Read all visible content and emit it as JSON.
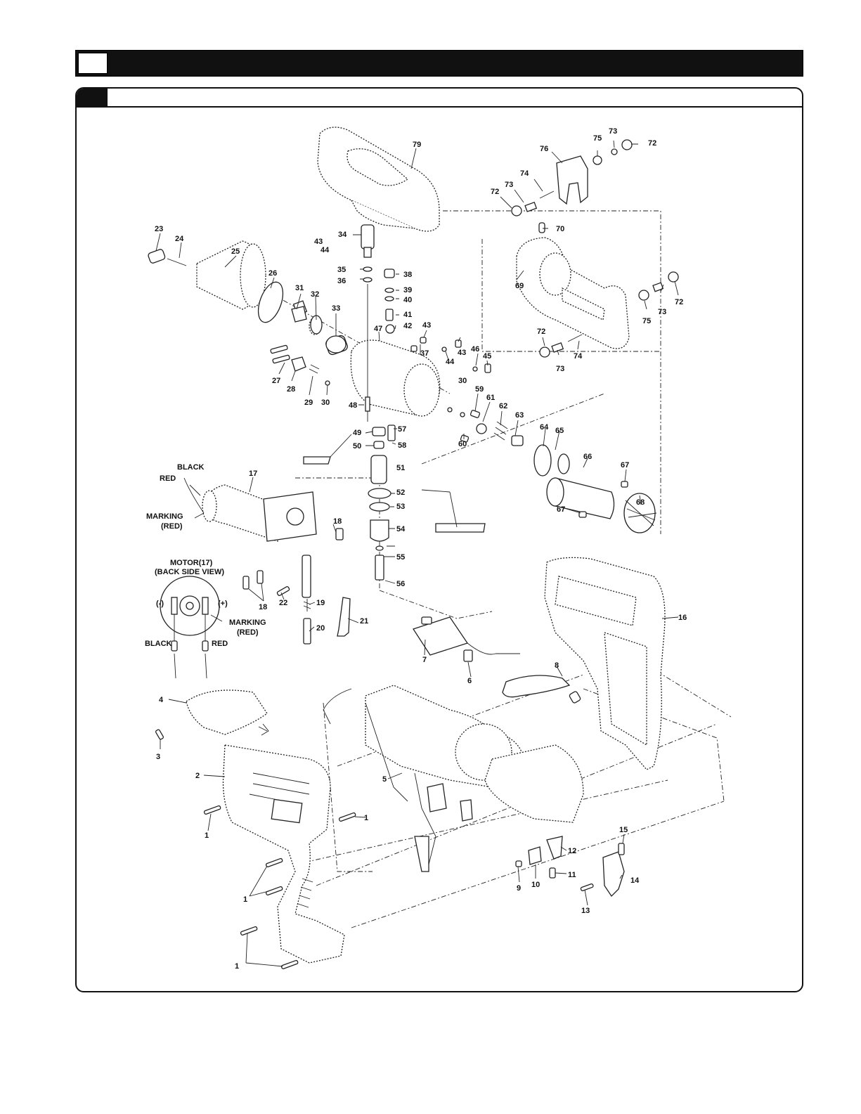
{
  "page": {
    "header_title": "",
    "section_title": ""
  },
  "parts": [
    {
      "n": "1"
    },
    {
      "n": "2"
    },
    {
      "n": "3"
    },
    {
      "n": "4"
    },
    {
      "n": "5"
    },
    {
      "n": "6"
    },
    {
      "n": "7"
    },
    {
      "n": "8"
    },
    {
      "n": "9"
    },
    {
      "n": "10"
    },
    {
      "n": "11"
    },
    {
      "n": "12"
    },
    {
      "n": "13"
    },
    {
      "n": "14"
    },
    {
      "n": "15"
    },
    {
      "n": "16"
    },
    {
      "n": "17"
    },
    {
      "n": "18"
    },
    {
      "n": "19"
    },
    {
      "n": "20"
    },
    {
      "n": "21"
    },
    {
      "n": "22"
    },
    {
      "n": "23"
    },
    {
      "n": "24"
    },
    {
      "n": "25"
    },
    {
      "n": "26"
    },
    {
      "n": "27"
    },
    {
      "n": "28"
    },
    {
      "n": "29"
    },
    {
      "n": "30"
    },
    {
      "n": "31"
    },
    {
      "n": "32"
    },
    {
      "n": "33"
    },
    {
      "n": "34"
    },
    {
      "n": "35"
    },
    {
      "n": "36"
    },
    {
      "n": "37"
    },
    {
      "n": "38"
    },
    {
      "n": "39"
    },
    {
      "n": "40"
    },
    {
      "n": "41"
    },
    {
      "n": "42"
    },
    {
      "n": "43"
    },
    {
      "n": "44"
    },
    {
      "n": "45"
    },
    {
      "n": "46"
    },
    {
      "n": "47"
    },
    {
      "n": "48"
    },
    {
      "n": "49"
    },
    {
      "n": "50"
    },
    {
      "n": "51"
    },
    {
      "n": "52"
    },
    {
      "n": "53"
    },
    {
      "n": "54"
    },
    {
      "n": "55"
    },
    {
      "n": "56"
    },
    {
      "n": "57"
    },
    {
      "n": "58"
    },
    {
      "n": "59"
    },
    {
      "n": "60"
    },
    {
      "n": "61"
    },
    {
      "n": "62"
    },
    {
      "n": "63"
    },
    {
      "n": "64"
    },
    {
      "n": "65"
    },
    {
      "n": "66"
    },
    {
      "n": "67"
    },
    {
      "n": "68"
    },
    {
      "n": "69"
    },
    {
      "n": "70"
    },
    {
      "n": "72"
    },
    {
      "n": "73"
    },
    {
      "n": "74"
    },
    {
      "n": "75"
    },
    {
      "n": "76"
    },
    {
      "n": "79"
    }
  ],
  "notes": {
    "black": "BLACK",
    "red": "RED",
    "marking": "MARKING",
    "marking_red": "(RED)",
    "motor_title": "MOTOR(17)",
    "motor_subtitle": "(BACK SIDE VIEW)",
    "minus": "(-)",
    "plus": "(+)"
  }
}
